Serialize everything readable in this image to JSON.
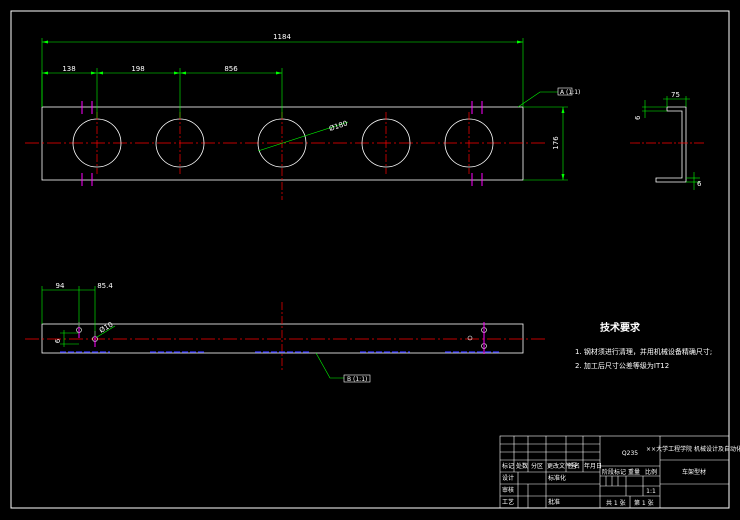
{
  "colors": {
    "background": "#000000",
    "outline": "#ffffff",
    "dimension": "#00ff00",
    "centerline": "#ff0000",
    "hidden": "#3333ff",
    "marker": "#ff00ff",
    "circle": "#ffffff"
  },
  "front_view": {
    "overall_length": "1184",
    "dim_138": "138",
    "dim_198": "198",
    "dim_856": "856",
    "dim_height": "176",
    "hole_dia": "Ø180",
    "tag": "A (1:1)"
  },
  "side_view": {
    "dim_75": "75",
    "dim_6a": "6",
    "dim_6b": "6"
  },
  "bottom_view": {
    "dim_94": "94",
    "dim_85": "85.4",
    "dim_dia10": "Ø10",
    "dim_small": "6",
    "tag": "B (1:1)"
  },
  "tech_requirements": {
    "title": "技术要求",
    "items": [
      "1. 钢材须进行清理，并用机械设备精确尺寸;",
      "2. 加工后尺寸公差等级为IT12"
    ]
  },
  "title_block": {
    "school": "××大学工程学院 机械设计及自动化",
    "part_name": "车架型材",
    "material": "Q235",
    "scale": "1:1",
    "labels": {
      "mark": "标记",
      "count": "处数",
      "zone": "分区",
      "change_doc": "更改文件号",
      "sign": "签名",
      "date": "年月日",
      "design": "设计",
      "standard": "标准化",
      "review": "审核",
      "craft": "工艺",
      "approve": "批准",
      "stage_mark": "阶段标记",
      "weight": "重量",
      "ratio": "比例",
      "sheets": "共 1 张",
      "sheet_no": "第 1 张"
    }
  }
}
